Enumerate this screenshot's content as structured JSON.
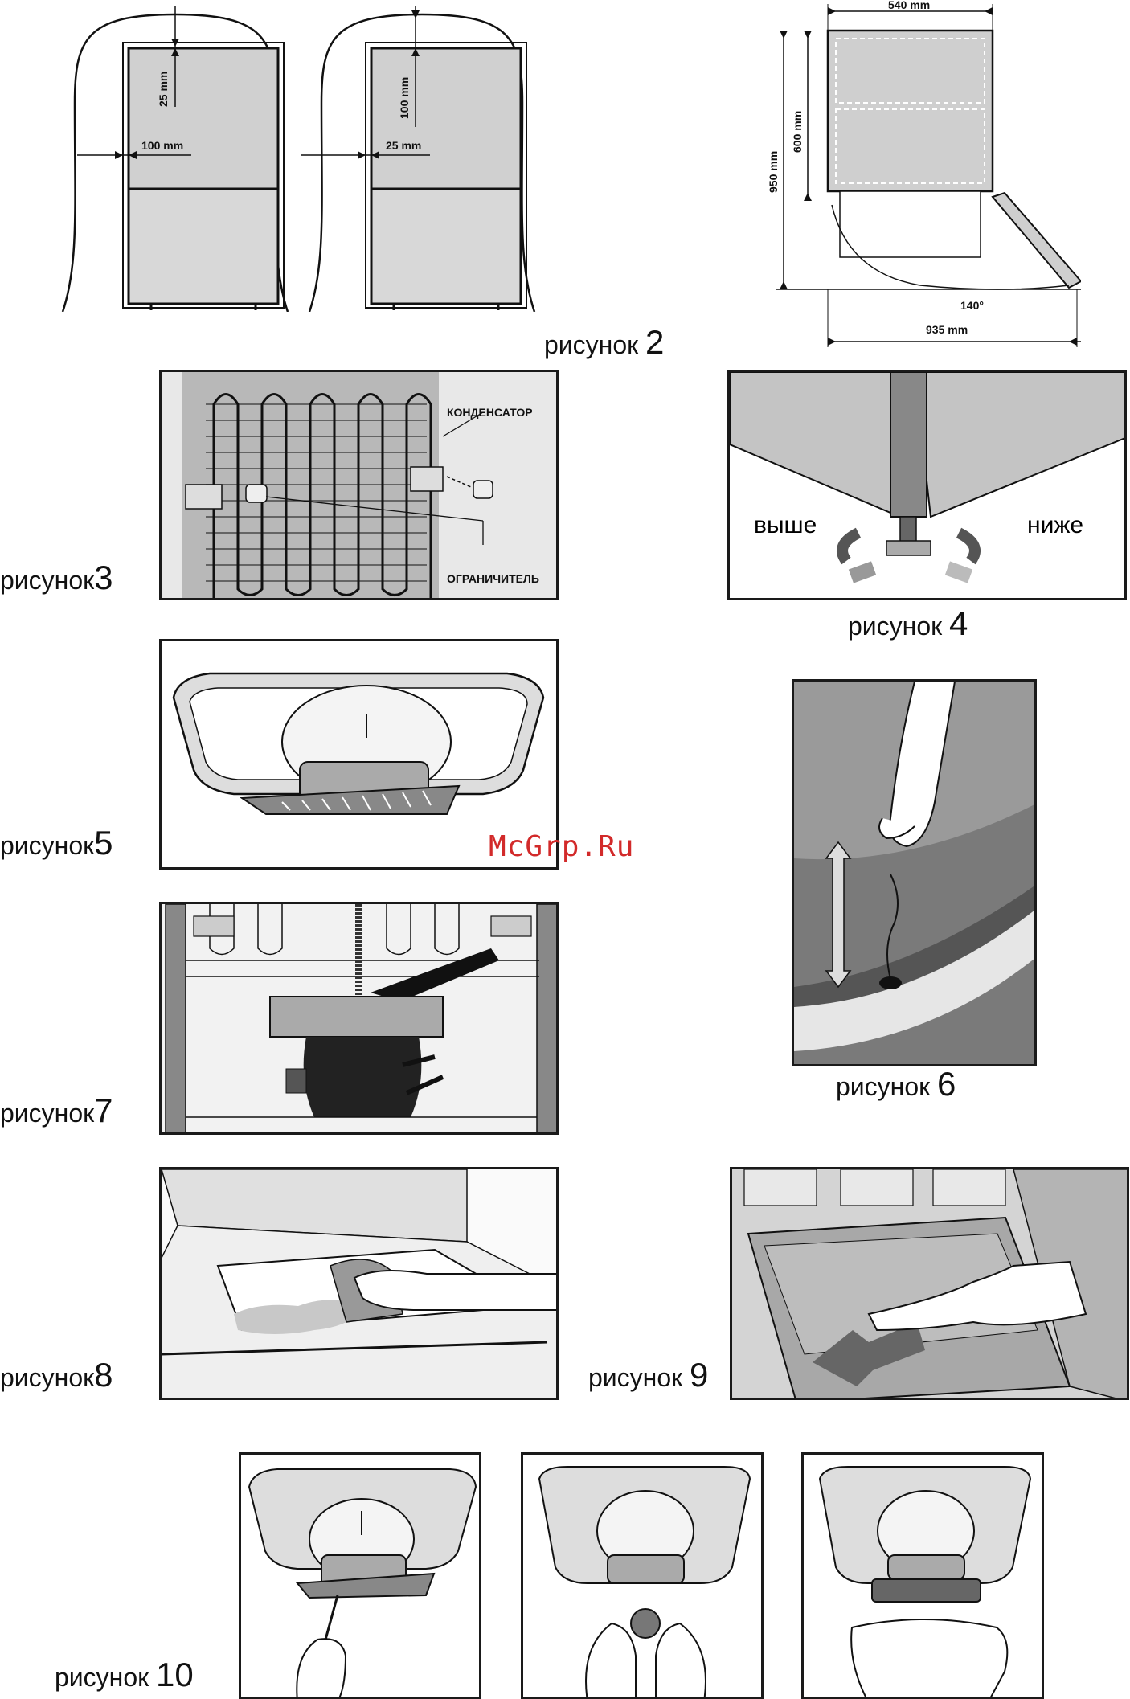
{
  "figures": {
    "fig2": {
      "caption_word": "рисунок",
      "caption_number": "2",
      "door_left": {
        "top_gap": "25 mm",
        "side_gap": "100 mm"
      },
      "door_right": {
        "top_gap": "100 mm",
        "side_gap": "25 mm"
      },
      "dims": {
        "width": "540 mm",
        "height_total": "950 mm",
        "height_upper": "600 mm",
        "angle": "140°",
        "depth_open": "935 mm"
      }
    },
    "fig3": {
      "caption_word": "рисунок",
      "caption_number": "3",
      "label_condenser": "КОНДЕНСАТОР",
      "label_limiter": "ОГРАНИЧИТЕЛЬ"
    },
    "fig4": {
      "caption_word": "рисунок",
      "caption_number": "4",
      "label_higher": "выше",
      "label_lower": "ниже"
    },
    "fig5": {
      "caption_word": "рисунок",
      "caption_number": "5"
    },
    "fig6": {
      "caption_word": "рисунок",
      "caption_number": "6"
    },
    "fig7": {
      "caption_word": "рисунок",
      "caption_number": "7"
    },
    "fig8": {
      "caption_word": "рисунок",
      "caption_number": "8"
    },
    "fig9": {
      "caption_word": "рисунок",
      "caption_number": "9"
    },
    "fig10": {
      "caption_word": "рисунок",
      "caption_number": "10"
    }
  },
  "watermark": "McGrp.Ru"
}
